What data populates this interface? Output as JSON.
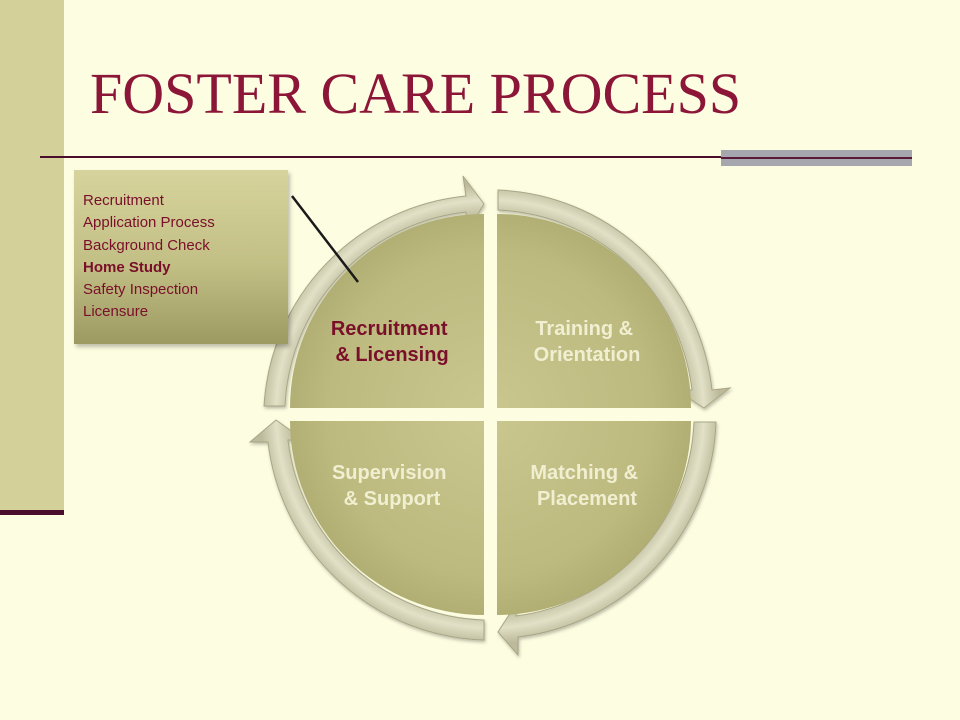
{
  "slide": {
    "title": "FOSTER CARE PROCESS"
  },
  "diagram": {
    "type": "cycle",
    "segments": [
      {
        "label_lines": [
          "Recruitment",
          "& Licensing"
        ],
        "highlighted": true
      },
      {
        "label_lines": [
          "Training &",
          "Orientation"
        ],
        "highlighted": false
      },
      {
        "label_lines": [
          "Matching &",
          "Placement"
        ],
        "highlighted": false
      },
      {
        "label_lines": [
          "Supervision",
          "& Support"
        ],
        "highlighted": false
      }
    ],
    "colors": {
      "highlight_text": "#7a0f2a",
      "muted_text": "#f1efd2",
      "segment_fill": "#c4c289",
      "arrow_fill": "#d8d6b6"
    }
  },
  "callout": {
    "items": [
      {
        "text": "Recruitment",
        "bold": false
      },
      {
        "text": "Application Process",
        "bold": false
      },
      {
        "text": "Background Check",
        "bold": false
      },
      {
        "text": "Home Study",
        "bold": true
      },
      {
        "text": "Safety Inspection",
        "bold": false
      },
      {
        "text": "Licensure",
        "bold": false
      }
    ]
  }
}
